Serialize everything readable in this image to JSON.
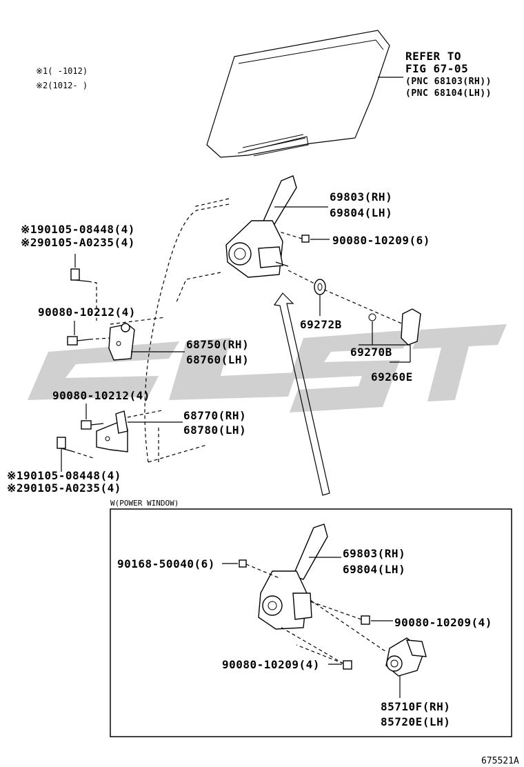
{
  "notes": {
    "note1": "※1(     -1012)",
    "note2": "※2(1012-     )"
  },
  "refer": {
    "line1": "REFER TO",
    "line2": "FIG 67-05",
    "line3": "(PNC 68103(RH))",
    "line4": "(PNC 68104(LH))"
  },
  "labels": {
    "regulator_rh": "69803(RH)",
    "regulator_lh": "69804(LH)",
    "bolt_top": "90080-10209(6)",
    "bolt_left_1": "※190105-08448(4)",
    "bolt_left_2": "※290105-A0235(4)",
    "bolt_10212_a": "90080-10212(4)",
    "hinge_upper_rh": "68750(RH)",
    "hinge_upper_lh": "68760(LH)",
    "bolt_10212_b": "90080-10212(4)",
    "hinge_lower_rh": "68770(RH)",
    "hinge_lower_lh": "68780(LH)",
    "bolt_bottom_1": "※190105-08448(4)",
    "bolt_bottom_2": "※290105-A0235(4)",
    "washer": "69272B",
    "handle_knob": "69270B",
    "handle_assy": "69260E"
  },
  "power_window": {
    "title": "W(POWER WINDOW)",
    "regulator_rh": "69803(RH)",
    "regulator_lh": "69804(LH)",
    "bolt_50040": "90168-50040(6)",
    "bolt_10209_a": "90080-10209(4)",
    "bolt_10209_b": "90080-10209(4)",
    "motor_rh": "85710F(RH)",
    "motor_lh": "85720E(LH)"
  },
  "figure_id": "675521A",
  "colors": {
    "watermark": "#c8c8c8",
    "line": "#000000"
  }
}
